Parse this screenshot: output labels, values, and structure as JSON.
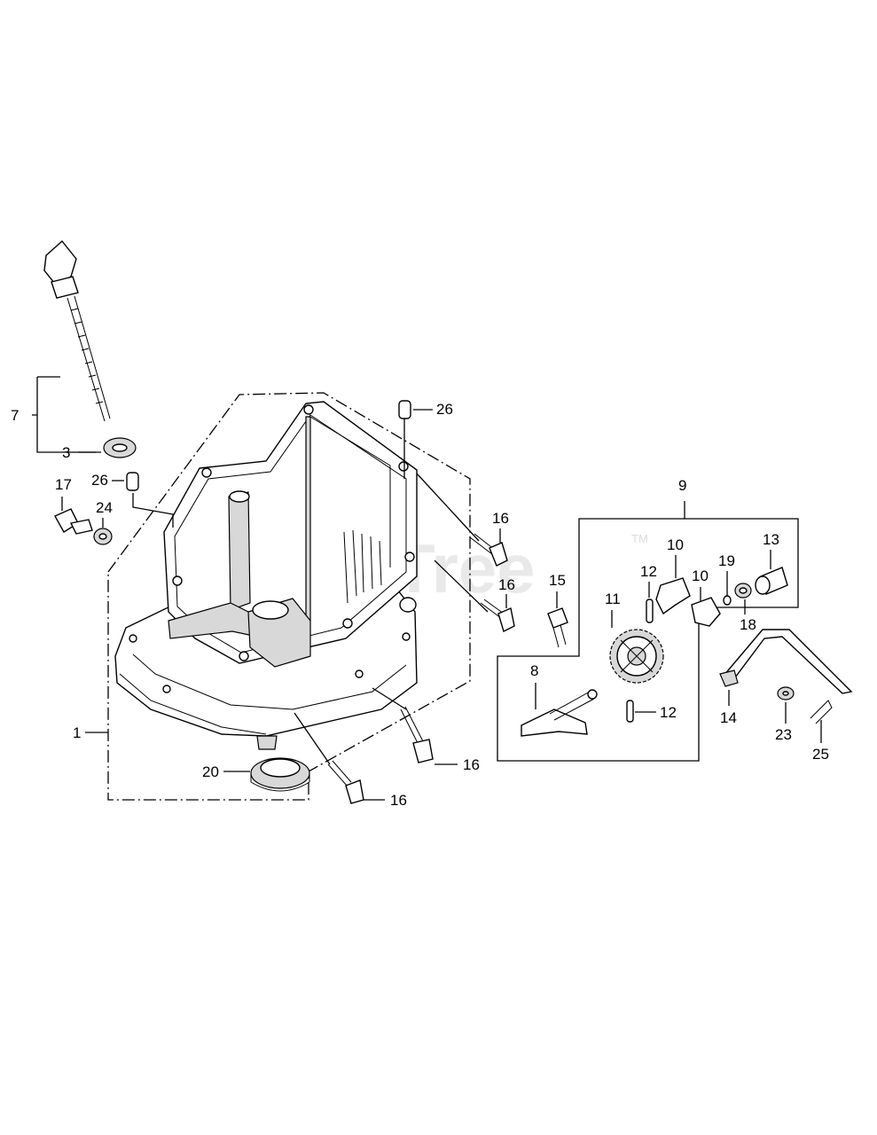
{
  "watermark": {
    "text": "PartsTree",
    "trademark": "TM"
  },
  "callouts": {
    "c1": "1",
    "c3": "3",
    "c7": "7",
    "c8": "8",
    "c9": "9",
    "c10a": "10",
    "c10b": "10",
    "c11": "11",
    "c12a": "12",
    "c12b": "12",
    "c13": "13",
    "c14": "14",
    "c15": "15",
    "c16a": "16",
    "c16b": "16",
    "c16c": "16",
    "c16d": "16",
    "c17": "17",
    "c18": "18",
    "c19": "19",
    "c20": "20",
    "c23": "23",
    "c24": "24",
    "c25": "25",
    "c26a": "26",
    "c26b": "26"
  },
  "colors": {
    "line": "#000000",
    "background": "#ffffff",
    "watermark": "#e9e9e9"
  }
}
